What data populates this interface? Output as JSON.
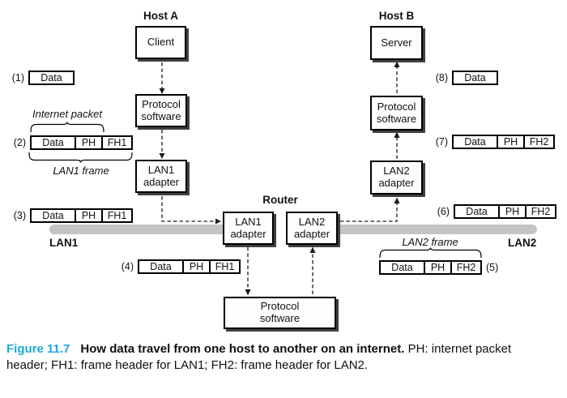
{
  "labels": {
    "host_a": "Host A",
    "host_b": "Host B",
    "router": "Router",
    "lan1": "LAN1",
    "lan2": "LAN2",
    "internet_packet": "Internet packet",
    "lan1_frame": "LAN1 frame",
    "lan2_frame": "LAN2 frame"
  },
  "boxes": {
    "client": "Client",
    "server": "Server",
    "protocol_a": "Protocol software",
    "protocol_b": "Protocol software",
    "host_lan1_adapter": "LAN1 adapter",
    "host_lan2_adapter": "LAN2 adapter",
    "router_lan1_adapter": "LAN1 adapter",
    "router_lan2_adapter": "LAN2 adapter",
    "router_protocol": "Protocol software"
  },
  "packets": [
    {
      "number": "(1)",
      "segments": [
        "Data"
      ]
    },
    {
      "number": "(2)",
      "segments": [
        "Data",
        "PH",
        "FH1"
      ]
    },
    {
      "number": "(3)",
      "segments": [
        "Data",
        "PH",
        "FH1"
      ]
    },
    {
      "number": "(4)",
      "segments": [
        "Data",
        "PH",
        "FH1"
      ]
    },
    {
      "number": "(5)",
      "segments": [
        "Data",
        "PH",
        "FH2"
      ]
    },
    {
      "number": "(6)",
      "segments": [
        "Data",
        "PH",
        "FH2"
      ]
    },
    {
      "number": "(7)",
      "segments": [
        "Data",
        "PH",
        "FH2"
      ]
    },
    {
      "number": "(8)",
      "segments": [
        "Data"
      ]
    }
  ],
  "caption": {
    "figure_label": "Figure 11.7",
    "title": "How data travel from one host to another on an internet.",
    "text": "PH: internet packet header; FH1: frame header for LAN1; FH2: frame header for LAN2."
  },
  "colors": {
    "figure_label": "#1ba8dc",
    "lan_bar": "#c4c4c4",
    "box_border": "#000000",
    "box_shadow": "#3f3f3f",
    "arrow": "#1a1a1a"
  }
}
